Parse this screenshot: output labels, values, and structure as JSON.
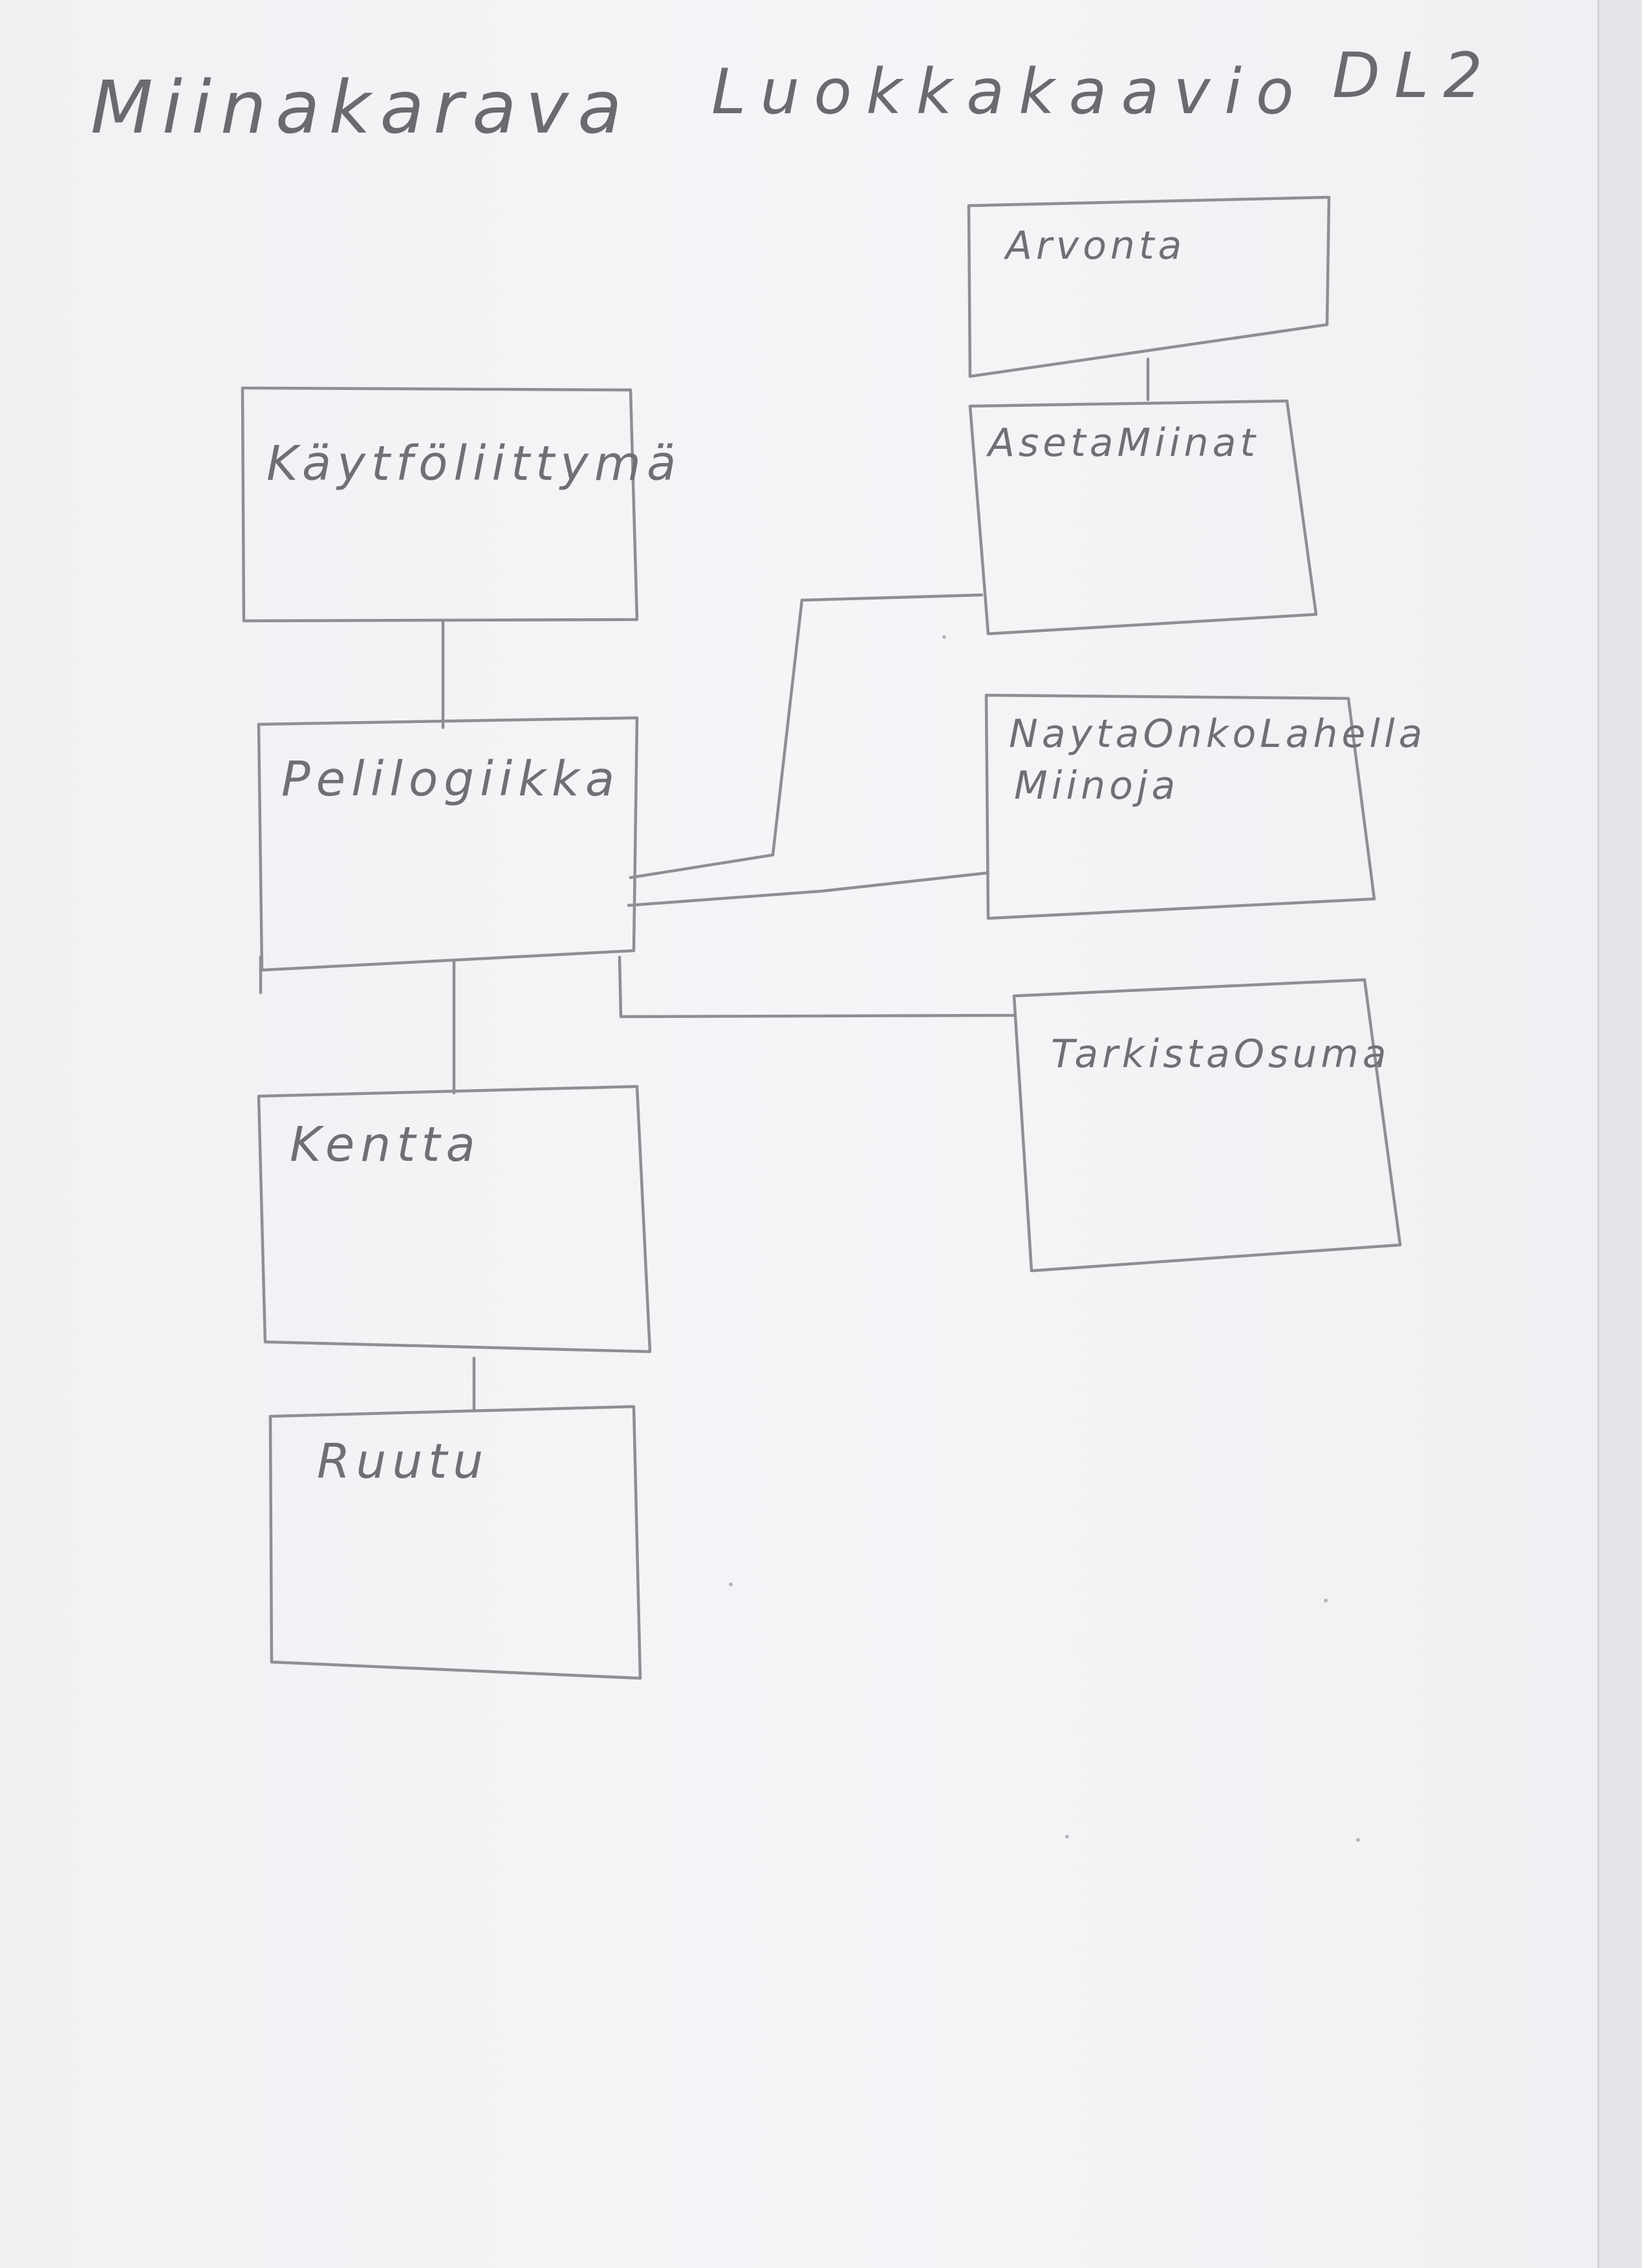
{
  "header": {
    "title": "Miinakarava",
    "subtitle": "Luokkakaavio",
    "tag": "DL2"
  },
  "classes": {
    "kayttoliittyma": "Käytföliittymä",
    "pelilogiikka": "Pelilogiikka",
    "kentta": "Kentta",
    "ruutu": "Ruutu",
    "arvonta": "Arvonta",
    "asetamiinat": "AsetaMiinat",
    "naytaonkolahella_line1": "NaytaOnkoLahella",
    "naytaonkolahella_line2": "Miinoja",
    "tarkistaosuma": "TarkistaOsuma"
  },
  "colors": {
    "pencil": "#8e8e93",
    "paper": "#f3f3f6"
  }
}
